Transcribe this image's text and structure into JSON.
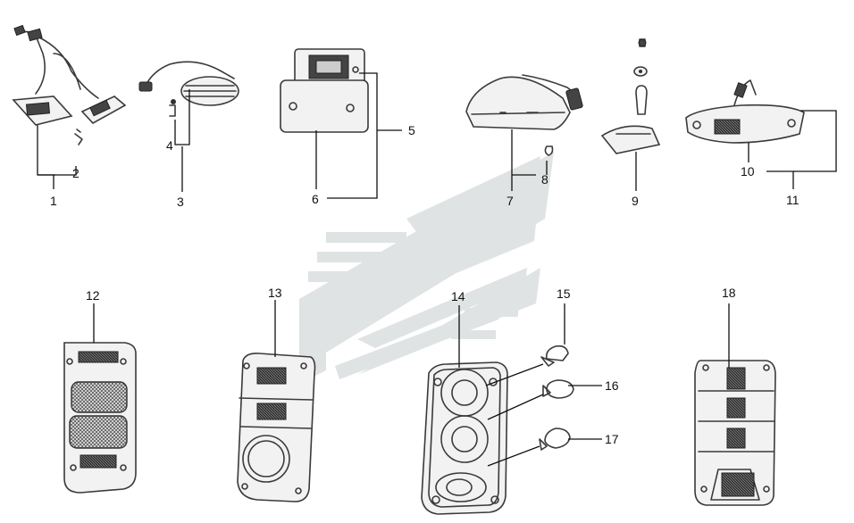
{
  "callouts": [
    "1",
    "2",
    "3",
    "4",
    "5",
    "6",
    "7",
    "8",
    "9",
    "10",
    "11",
    "12",
    "13",
    "14",
    "15",
    "16",
    "17",
    "18"
  ],
  "colors": {
    "line": "#3a3a3a",
    "watermark": "#dfe3e3",
    "background": "#ffffff"
  }
}
